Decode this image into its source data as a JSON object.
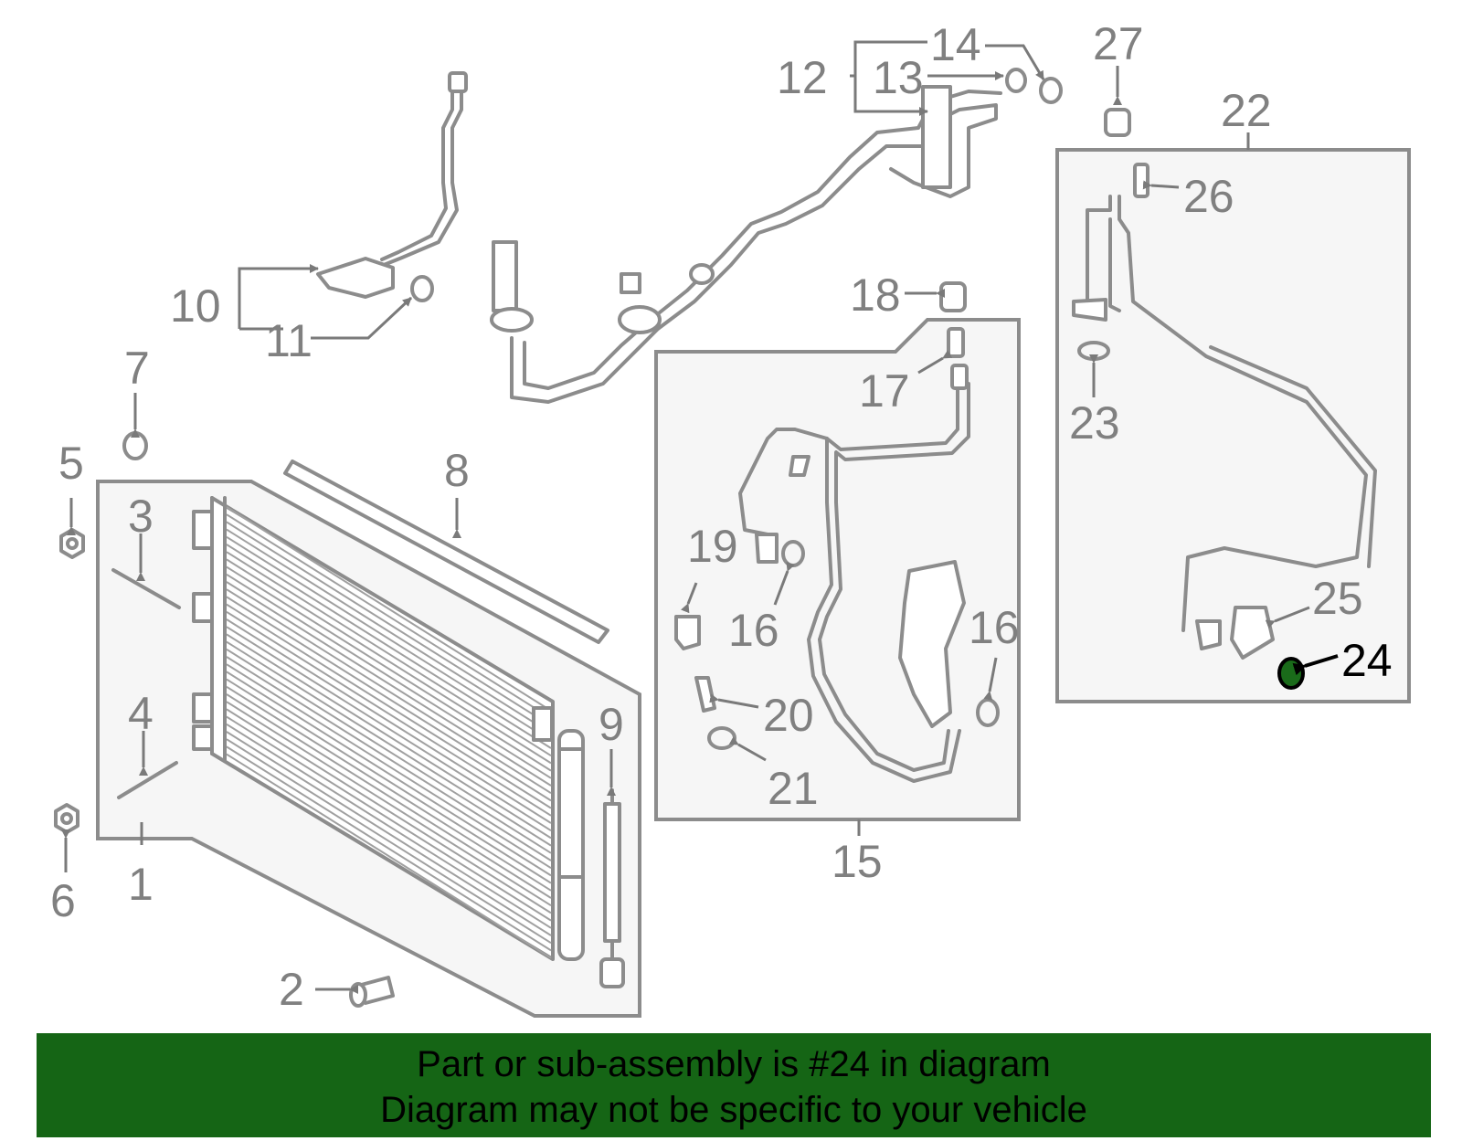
{
  "callouts": {
    "c1": "1",
    "c2": "2",
    "c3": "3",
    "c4": "4",
    "c5": "5",
    "c6": "6",
    "c7": "7",
    "c8": "8",
    "c9": "9",
    "c10": "10",
    "c11": "11",
    "c12": "12",
    "c13": "13",
    "c14": "14",
    "c15": "15",
    "c16a": "16",
    "c16b": "16",
    "c17": "17",
    "c18": "18",
    "c19": "19",
    "c20": "20",
    "c21": "21",
    "c22": "22",
    "c23": "23",
    "c24": "24",
    "c25": "25",
    "c26": "26",
    "c27": "27"
  },
  "highlight": {
    "part": "24",
    "color": "#1a6b1a"
  },
  "banner": {
    "line1": "Part or sub-assembly is #24 in diagram",
    "line2": "Diagram may not be specific to your vehicle",
    "background": "#156515"
  }
}
